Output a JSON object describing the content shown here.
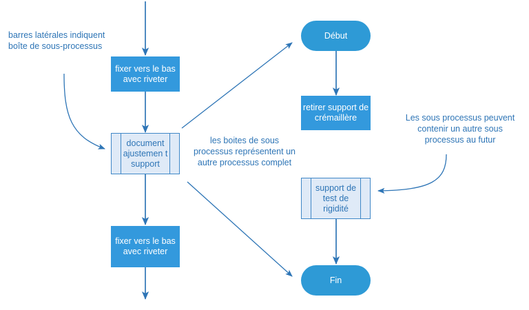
{
  "diagram": {
    "title": "Flowchart - processus de fixation et sous-processus",
    "colors": {
      "process_fill": "#3399dd",
      "terminator_fill": "#2e9ad6",
      "subprocess_fill": "#dfeaf7",
      "subprocess_stroke": "#3f87c7",
      "edge_stroke": "#2e75b6",
      "annotation_text": "#2e75b6",
      "node_text": "#ffffff",
      "background": "#ffffff"
    },
    "nodes": [
      {
        "id": "fixer-top",
        "type": "process",
        "label": "fixer vers le bas avec riveter"
      },
      {
        "id": "document",
        "type": "subprocess",
        "label": "document ajustemen t support"
      },
      {
        "id": "fixer-bottom",
        "type": "process",
        "label": "fixer vers le bas avec riveter"
      },
      {
        "id": "debut",
        "type": "terminator",
        "label": "Début"
      },
      {
        "id": "retirer",
        "type": "process",
        "label": "retirer support de crémaillère"
      },
      {
        "id": "support-test",
        "type": "subprocess",
        "label": "support de test de rigidité"
      },
      {
        "id": "fin",
        "type": "terminator",
        "label": "Fin"
      }
    ],
    "annotations": [
      {
        "id": "note-barres",
        "text": "barres latérales indiquent boîte de sous-processus"
      },
      {
        "id": "note-boites",
        "text": "les boites de sous processus représentent un autre processus complet"
      },
      {
        "id": "note-futur",
        "text": "Les sous processus peuvent contenir un autre sous processus au futur"
      }
    ],
    "edges": [
      {
        "id": "edge-top-into-fixer",
        "from": "top-border",
        "to": "fixer-top",
        "style": "straight-arrow"
      },
      {
        "id": "edge-fixer-to-document",
        "from": "fixer-top",
        "to": "document",
        "style": "straight-arrow"
      },
      {
        "id": "edge-document-to-fixer2",
        "from": "document",
        "to": "fixer-bottom",
        "style": "straight-arrow"
      },
      {
        "id": "edge-fixer2-to-bottom",
        "from": "fixer-bottom",
        "to": "bottom-border",
        "style": "straight-arrow"
      },
      {
        "id": "edge-document-to-debut",
        "from": "document",
        "to": "debut",
        "style": "diagonal-arrow"
      },
      {
        "id": "edge-document-to-fin",
        "from": "document",
        "to": "fin",
        "style": "diagonal-arrow"
      },
      {
        "id": "edge-debut-to-retirer",
        "from": "debut",
        "to": "retirer",
        "style": "straight-arrow"
      },
      {
        "id": "edge-support-to-fin",
        "from": "support-test",
        "to": "fin",
        "style": "straight-arrow"
      },
      {
        "id": "edge-note-to-document",
        "from": "note-barres",
        "to": "document",
        "style": "curved-arrow"
      },
      {
        "id": "edge-note-to-support",
        "from": "note-futur",
        "to": "support-test",
        "style": "curved-arrow"
      }
    ]
  }
}
